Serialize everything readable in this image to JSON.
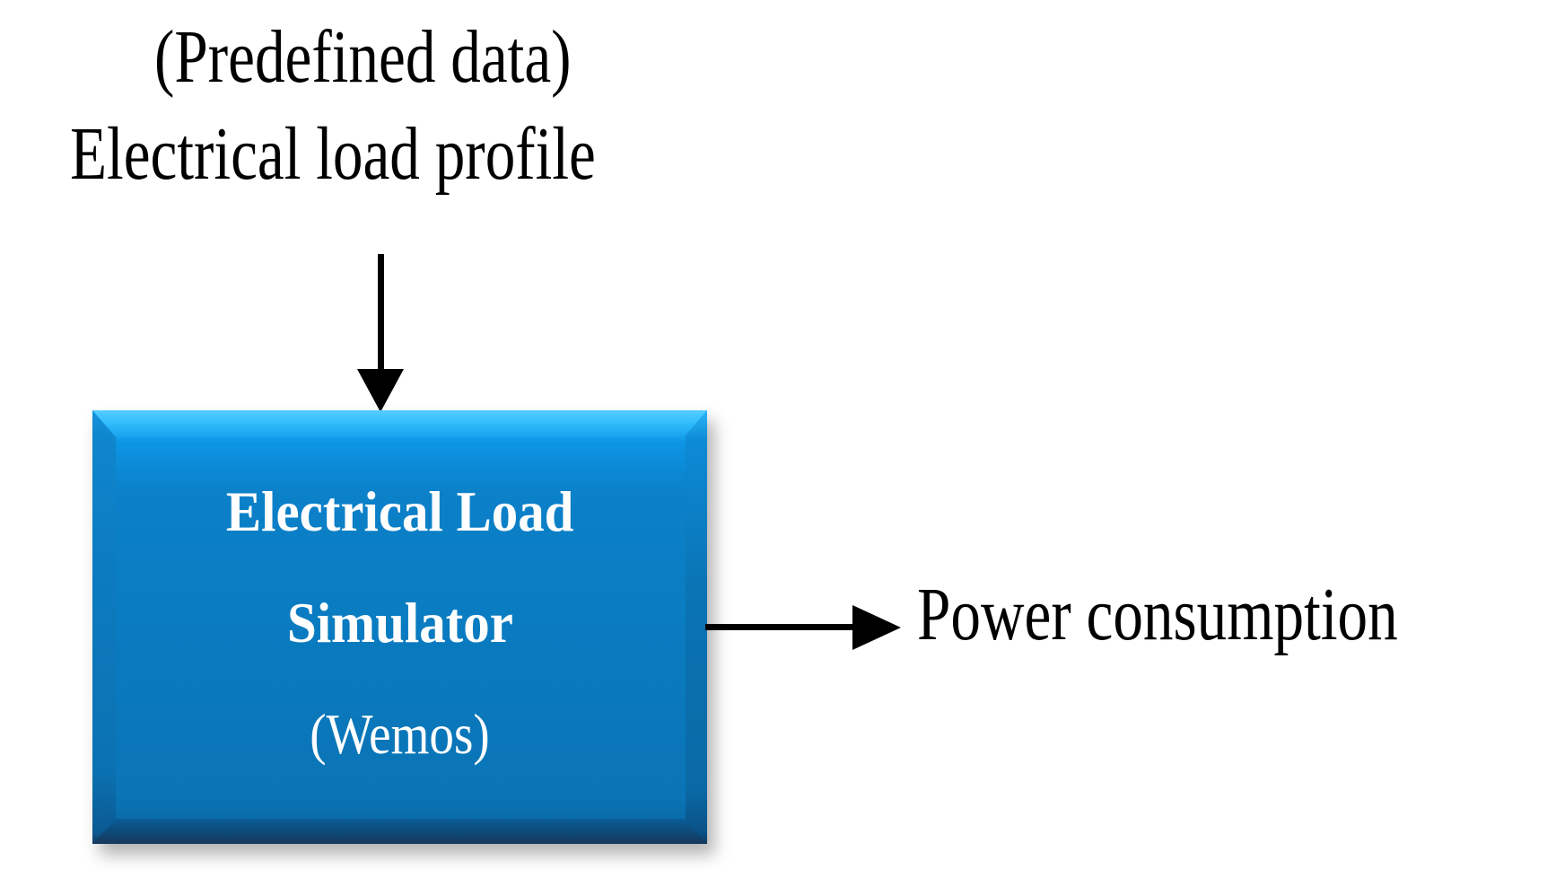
{
  "diagram": {
    "title": "Electrical Load Simulator block diagram",
    "background_color": "#ffffff",
    "text_color": "#000000"
  },
  "input": {
    "note_label": "(Predefined data)",
    "signal_label": "Electrical load profile",
    "arrow_name": "input-arrow-down",
    "arrow_direction": "down",
    "arrow_color": "#000000"
  },
  "block": {
    "title_line1": "Electrical Load",
    "title_line2": "Simulator",
    "subtitle": "(Wemos)",
    "text_color": "#ffffff",
    "fill_top_color": "#3FC3FF",
    "fill_body_color": "#0A79BD",
    "fill_bottom_color": "#123C63",
    "bevel_highlight_color": "#57CDFF",
    "bevel_shadow_color": "#0D4877"
  },
  "output": {
    "signal_label": "Power consumption",
    "arrow_name": "output-arrow-right",
    "arrow_direction": "right",
    "arrow_color": "#000000"
  }
}
